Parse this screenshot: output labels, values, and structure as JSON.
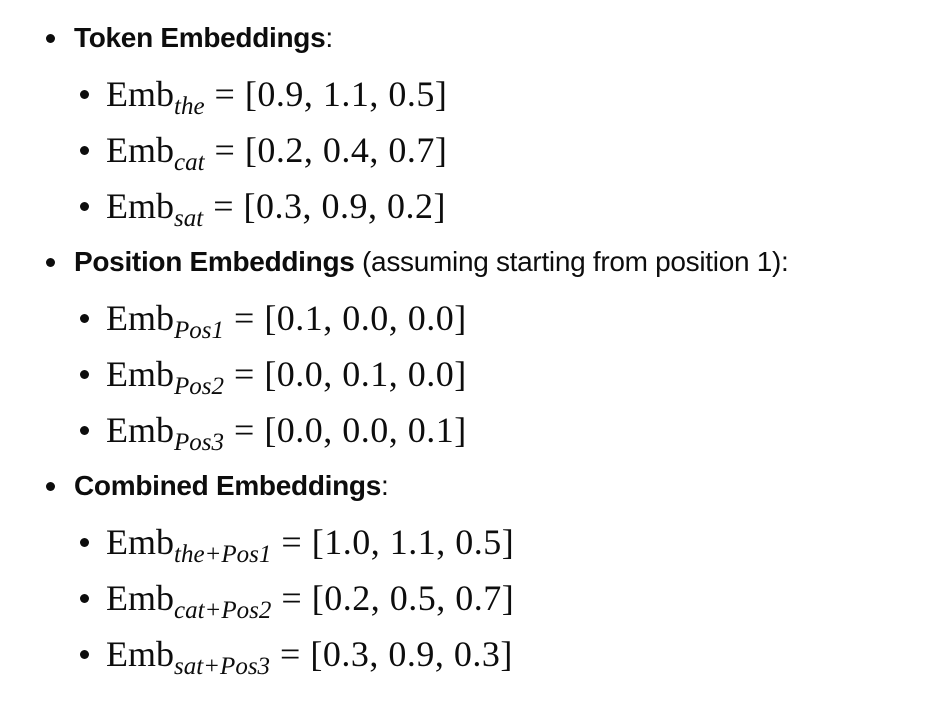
{
  "sections": [
    {
      "heading_bold": "Token Embeddings",
      "heading_rest": ":",
      "items": [
        {
          "base": "Emb",
          "sub": "the",
          "eq": "=",
          "value": "[0.9, 1.1, 0.5]"
        },
        {
          "base": "Emb",
          "sub": "cat",
          "eq": "=",
          "value": "[0.2, 0.4, 0.7]"
        },
        {
          "base": "Emb",
          "sub": "sat",
          "eq": "=",
          "value": "[0.3, 0.9, 0.2]"
        }
      ]
    },
    {
      "heading_bold": "Position Embeddings",
      "heading_rest": " (assuming starting from position 1):",
      "items": [
        {
          "base": "Emb",
          "sub": "Pos1",
          "eq": "=",
          "value": "[0.1, 0.0, 0.0]"
        },
        {
          "base": "Emb",
          "sub": "Pos2",
          "eq": "=",
          "value": "[0.0, 0.1, 0.0]"
        },
        {
          "base": "Emb",
          "sub": "Pos3",
          "eq": "=",
          "value": "[0.0, 0.0, 0.1]"
        }
      ]
    },
    {
      "heading_bold": "Combined Embeddings",
      "heading_rest": ":",
      "items": [
        {
          "base": "Emb",
          "sub": "the+Pos1",
          "eq": "=",
          "value": "[1.0, 1.1, 0.5]"
        },
        {
          "base": "Emb",
          "sub": "cat+Pos2",
          "eq": "=",
          "value": "[0.2, 0.5, 0.7]"
        },
        {
          "base": "Emb",
          "sub": "sat+Pos3",
          "eq": "=",
          "value": "[0.3, 0.9, 0.3]"
        }
      ]
    }
  ]
}
